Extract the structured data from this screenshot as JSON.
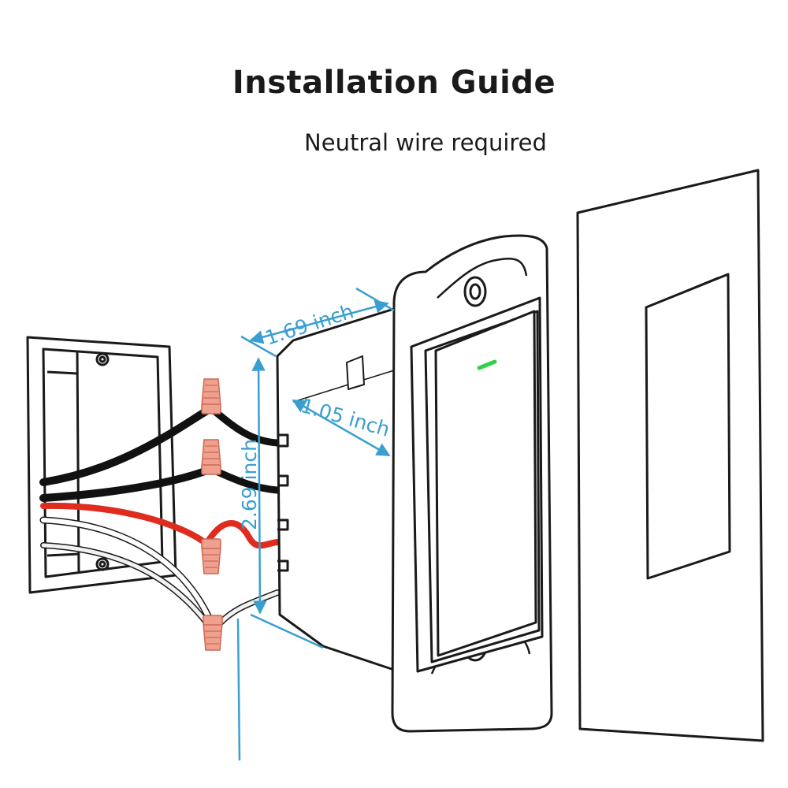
{
  "title": "Installation Guide",
  "subtitle": "Neutral wire required",
  "dimensions": {
    "depth": "1.69 inch",
    "height": "2.69 inch",
    "body_depth": "1.05 inch"
  },
  "colors": {
    "outline": "#1a1a1a",
    "dimension": "#3a9fd0",
    "wire_black": "#111111",
    "wire_red": "#e02b1f",
    "wire_white": "#c8c8c8",
    "wire_nut": "#f0a08e",
    "led": "#2fd14a"
  }
}
